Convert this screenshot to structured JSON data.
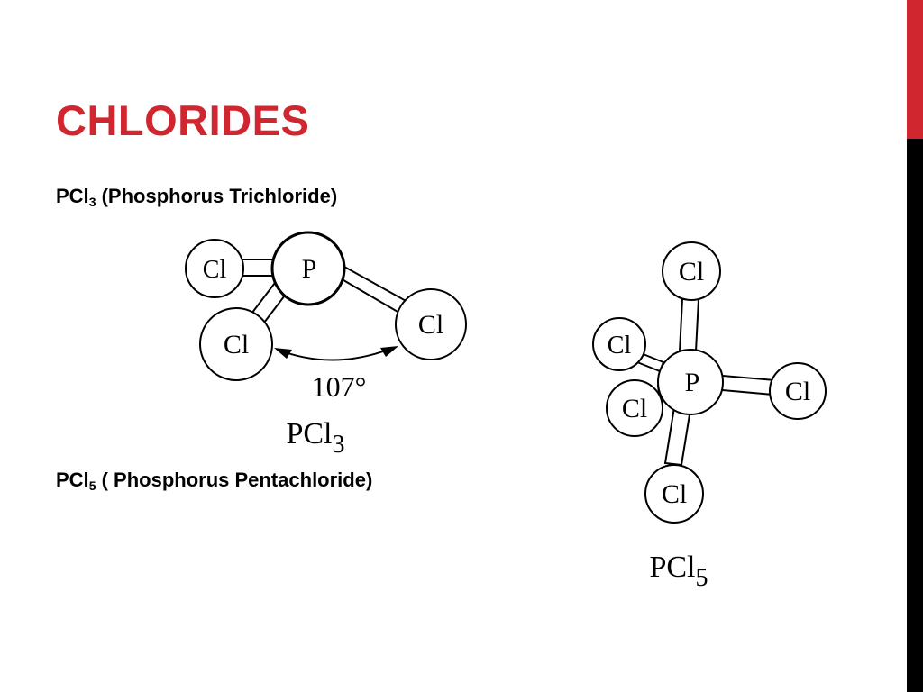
{
  "slide": {
    "title": "CHLORIDES",
    "line1": {
      "formula_main": "PCl",
      "formula_sub": "3",
      "rest": " (Phosphorus Trichloride)"
    },
    "line2": {
      "formula_main": "PCl",
      "formula_sub": "5",
      "rest": " ( Phosphorus Pentachloride)"
    }
  },
  "pcl3_diagram": {
    "atom_p": "P",
    "atom_cl": "Cl",
    "angle_label": "107°",
    "caption_main": "PCl",
    "caption_sub": "3"
  },
  "pcl5_diagram": {
    "atom_p": "P",
    "atom_cl": "Cl",
    "caption_main": "PCl",
    "caption_sub": "5"
  },
  "colors": {
    "title": "#d0262f",
    "accent_top": "#d0262f",
    "accent_bottom": "#000000"
  }
}
